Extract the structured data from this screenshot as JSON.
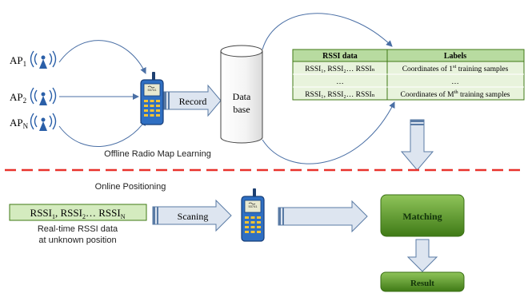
{
  "offline": {
    "aps": [
      {
        "base": "AP",
        "sub": "1"
      },
      {
        "base": "AP",
        "sub": "2"
      },
      {
        "base": "AP",
        "sub": "N"
      }
    ],
    "record_label": "Record",
    "database_label_1": "Data",
    "database_label_2": "base",
    "section_caption": "Offline Radio Map Learning",
    "table": {
      "headers": [
        "RSSI data",
        "Labels"
      ],
      "rows": [
        {
          "rssi": "RSSI₁, RSSI₂… RSSIₙ",
          "label_pre": "Coordinates of 1",
          "label_sup": "st",
          "label_post": " training samples"
        },
        {
          "rssi": "…",
          "label_pre": "…",
          "label_sup": "",
          "label_post": ""
        },
        {
          "rssi": "RSSI₁, RSSI₂… RSSIₙ",
          "label_pre": "Coordinates of M",
          "label_sup": "th",
          "label_post": " training samples"
        }
      ]
    }
  },
  "online": {
    "section_caption": "Online Positioning",
    "rssi_box": {
      "p1": "RSSI",
      "s1": "1",
      "p2": ", RSSI",
      "s2": "2",
      "p3": "… RSSI",
      "s3": "N"
    },
    "rssi_caption_1": "Real-time RSSI data",
    "rssi_caption_2": "at unknown position",
    "scan_label": "Scaning",
    "matching_label": "Matching",
    "result_label": "Result"
  },
  "phone_screen_text": "53741",
  "colors": {
    "table_header": "#b8dba0",
    "table_row": "#e8f3dc",
    "green_dark": "#3f7a16",
    "green_light": "#98cc5a",
    "divider": "#e8322c",
    "arrow_fill": "#dde5f0",
    "arrow_stroke": "#5a7ba5",
    "phone_blue": "#2f6fc2",
    "ap_blue": "#2a5fa8"
  }
}
